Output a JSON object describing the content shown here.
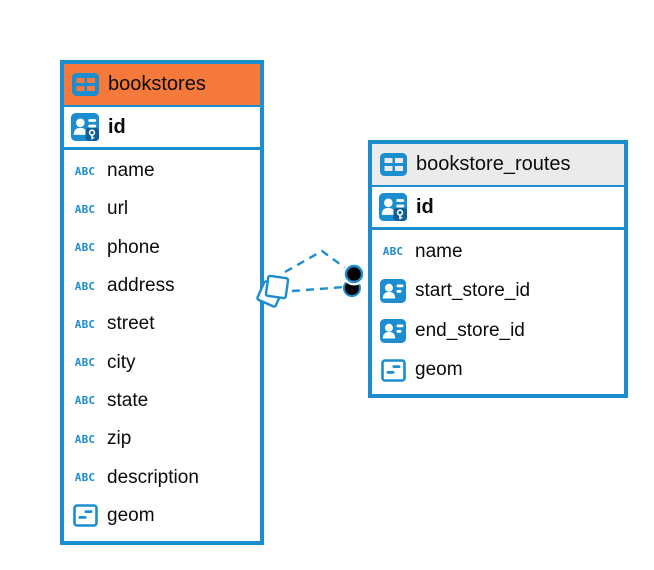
{
  "diagram": {
    "colors": {
      "accent_blue": "#1c8dce",
      "accent_blue_dark": "#0e5f97",
      "bookstores_header": "#f5793b",
      "routes_header": "#ebebeb",
      "text": "#0b0b0b",
      "background": "#ffffff",
      "connector_endpoint": "#000000"
    },
    "icons": {
      "table": "table-icon",
      "primary_key": "primary-key-icon",
      "text_type": "text-type-icon",
      "reference_type": "reference-type-icon",
      "geometry_type": "geometry-type-icon",
      "text_type_glyph": "ABC"
    },
    "tables": [
      {
        "name": "bookstores",
        "header_style": "orange",
        "primary_key": "id",
        "fields": [
          {
            "name": "name",
            "icon": "text"
          },
          {
            "name": "url",
            "icon": "text"
          },
          {
            "name": "phone",
            "icon": "text"
          },
          {
            "name": "address",
            "icon": "text"
          },
          {
            "name": "street",
            "icon": "text"
          },
          {
            "name": "city",
            "icon": "text"
          },
          {
            "name": "state",
            "icon": "text"
          },
          {
            "name": "zip",
            "icon": "text"
          },
          {
            "name": "description",
            "icon": "text"
          },
          {
            "name": "geom",
            "icon": "geometry"
          }
        ]
      },
      {
        "name": "bookstore_routes",
        "header_style": "gray",
        "primary_key": "id",
        "fields": [
          {
            "name": "name",
            "icon": "text"
          },
          {
            "name": "start_store_id",
            "icon": "reference"
          },
          {
            "name": "end_store_id",
            "icon": "reference"
          },
          {
            "name": "geom",
            "icon": "geometry"
          }
        ]
      }
    ],
    "relationships": [
      {
        "from": "bookstores",
        "to": "bookstore_routes",
        "line_style": "dashed",
        "from_marker": "stacked-squares",
        "to_marker": "filled-circle"
      },
      {
        "from": "bookstores",
        "to": "bookstore_routes",
        "line_style": "dashed",
        "from_marker": "stacked-squares",
        "to_marker": "filled-circle"
      }
    ]
  }
}
